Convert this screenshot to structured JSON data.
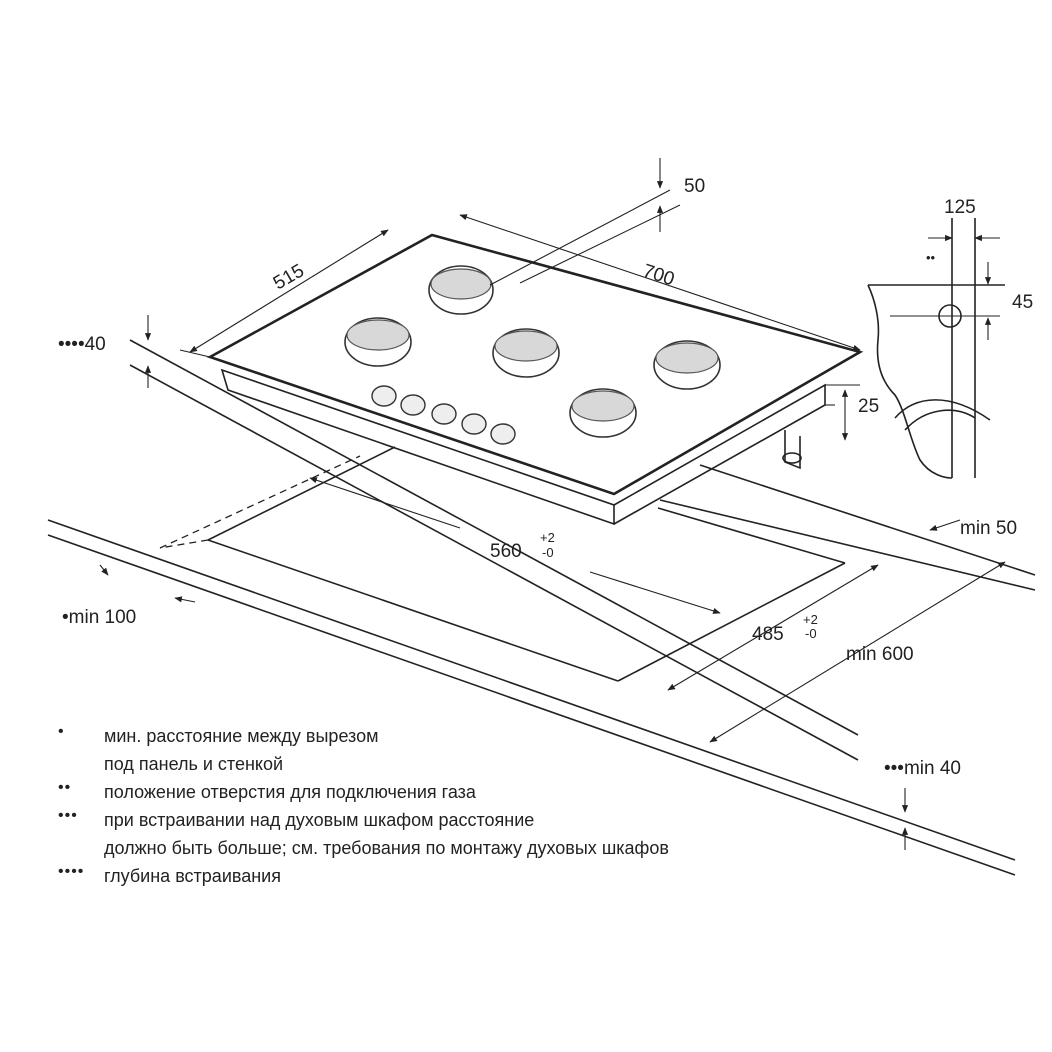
{
  "dimensions": {
    "depth": "515",
    "width": "700",
    "gap_top": "50",
    "side_offset": "125",
    "gas_hole_height": "45",
    "height": "25",
    "depth_mark": "••••40",
    "cutout_width": "560",
    "cutout_width_tol_plus": "+2",
    "cutout_width_tol_minus": "-0",
    "cutout_depth": "485",
    "cutout_depth_tol_plus": "+2",
    "cutout_depth_tol_minus": "-0",
    "min_right": "min 50",
    "min_left": "•min 100",
    "min_depth": "min 600",
    "min_front": "•••min 40"
  },
  "legend": [
    {
      "mark": "•",
      "text": "мин. расстояние между вырезом"
    },
    {
      "mark": "",
      "text": "под панель и стенкой"
    },
    {
      "mark": "••",
      "text": "положение отверстия для подключения газа"
    },
    {
      "mark": "•••",
      "text": "при встраивании над духовым шкафом расстояние"
    },
    {
      "mark": "",
      "text": "должно быть больше; см. требования по монтажу духовых шкафов"
    },
    {
      "mark": "••••",
      "text": "глубина встраивания"
    }
  ],
  "detail_mark": "••"
}
